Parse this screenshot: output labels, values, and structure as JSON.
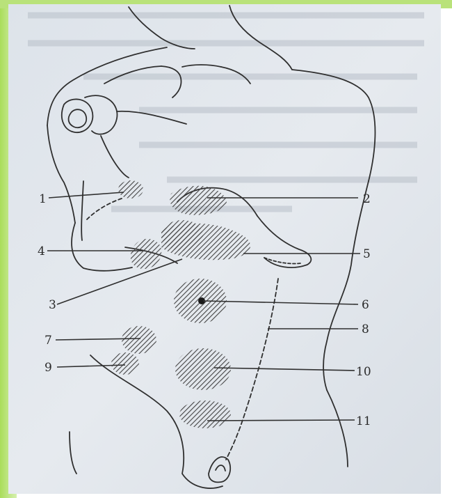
{
  "figure": {
    "labels": [
      "1",
      "2",
      "3",
      "4",
      "5",
      "6",
      "7",
      "8",
      "9",
      "10",
      "11"
    ],
    "colors": {
      "page": "#dfe4ea",
      "frame_green": "#b6e36a",
      "ink": "#2f2f2f",
      "hatch": "#4a4a4a"
    }
  }
}
